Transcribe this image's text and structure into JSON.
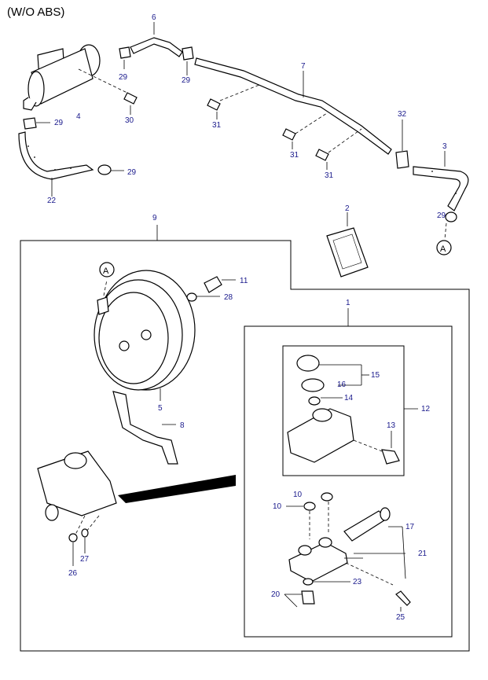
{
  "header": {
    "title": "(W/O ABS)"
  },
  "callouts": {
    "c1": "1",
    "c2": "2",
    "c3": "3",
    "c4": "4",
    "c5": "5",
    "c6": "6",
    "c7": "7",
    "c8": "8",
    "c9": "9",
    "c10a": "10",
    "c10b": "10",
    "c11": "11",
    "c12": "12",
    "c13": "13",
    "c14": "14",
    "c15": "15",
    "c16": "16",
    "c17": "17",
    "c20": "20",
    "c21": "21",
    "c22": "22",
    "c23": "23",
    "c25": "25",
    "c26": "26",
    "c27": "27",
    "c28": "28",
    "c29a": "29",
    "c29b": "29",
    "c29c": "29",
    "c29d": "29",
    "c29e": "29",
    "c30": "30",
    "c31a": "31",
    "c31b": "31",
    "c31c": "31",
    "c32": "32"
  },
  "markers": {
    "a_top": "A",
    "a_bottom": "A"
  },
  "colors": {
    "label": "#1a1a8c",
    "line": "#000000"
  }
}
